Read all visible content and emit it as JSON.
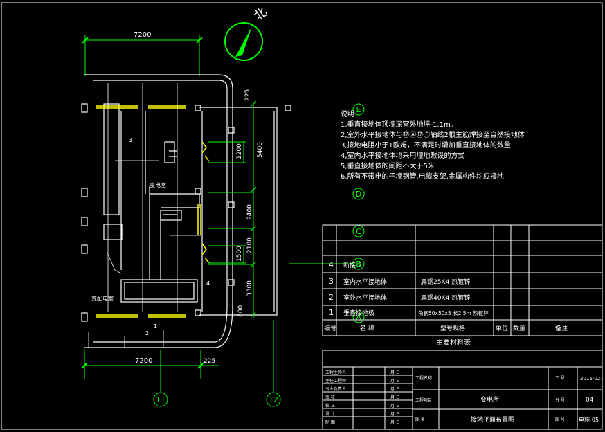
{
  "colors": {
    "background": "#000000",
    "linework": "#ffffff",
    "dimension": "#00ff00",
    "ground_strip": "#ffff00",
    "detail": "#8080ff",
    "notes_text": "#ffffff",
    "axis_bubble": "#00ff00"
  },
  "compass": {
    "north_label": "北"
  },
  "dimensions": {
    "top_width": "7200",
    "bottom_width": "7200",
    "bottom_offset": "225",
    "right_top_offset": "225",
    "right_seg_1": "1200",
    "right_seg_total": "5400",
    "right_seg_2": "2400",
    "right_seg_3": "2100",
    "right_seg_4": "1500",
    "right_seg_5": "3300",
    "right_seg_6": "800"
  },
  "axes": {
    "bottom_11": "11",
    "bottom_12": "12",
    "right_E": "E",
    "right_D": "D",
    "right_C": "C",
    "right_B": "B",
    "right_A": "A"
  },
  "rooms": {
    "transformer_room": "变电室",
    "switch_room": "变配电室"
  },
  "callouts": {
    "c1": "1",
    "c2": "2",
    "c3": "3",
    "c4": "4"
  },
  "notes": {
    "heading": "说明：",
    "items": [
      "1,垂直接地体顶埋深室外地坪-1.1m。",
      "2,室外水平接地体与⑫Ⓐ⑫Ⓔ轴线2根主筋焊接至自然接地体",
      "3,接地电阻小于1欧姆，不满足时增加垂直接地体的数量",
      "4,室内水平接地体均采用埋地敷设的方式",
      "5,垂直接地体的间距不大于5米",
      "6,所有不带电的子埋钢管,电缆支架,金属构件均应接地"
    ]
  },
  "material_table": {
    "title": "主要材料表",
    "headers": [
      "编号",
      "名    称",
      "型号规格",
      "单位",
      "数量",
      "备注"
    ],
    "rows": [
      {
        "no": "4",
        "name": "断接卡",
        "spec": "",
        "unit": "",
        "qty": "",
        "note": ""
      },
      {
        "no": "3",
        "name": "室内水平接地体",
        "spec": "扁钢25X4  热镀锌",
        "unit": "",
        "qty": "",
        "note": ""
      },
      {
        "no": "2",
        "name": "室外水平接地体",
        "spec": "扁钢40X4  热镀锌",
        "unit": "",
        "qty": "",
        "note": ""
      },
      {
        "no": "1",
        "name": "垂直接地极",
        "spec": "角钢50x50x5   长2.5m 热镀锌",
        "unit": "",
        "qty": "",
        "note": ""
      }
    ]
  },
  "title_block": {
    "roles": [
      {
        "role": "工程主持人",
        "date": "月  日"
      },
      {
        "role": "主任工程师",
        "date": "月  日"
      },
      {
        "role": "专业负责人",
        "date": "月  日"
      },
      {
        "role": "审    核",
        "date": "月  日"
      },
      {
        "role": "校    正",
        "date": "月  日"
      },
      {
        "role": "设    计",
        "date": "月  日"
      },
      {
        "role": "制    图",
        "date": "月  日"
      }
    ],
    "project_label": "工程名称",
    "item_label": "工程项目",
    "item_value": "变电所",
    "drawing_label": "图    名",
    "drawing_value": "接地平面布置图",
    "work_no_label": "工    号",
    "work_no_value": "2015-027",
    "sheet_label": "分    号",
    "sheet_value": "04",
    "dwg_no_label": "图    号",
    "dwg_no_value": "电施-05"
  }
}
